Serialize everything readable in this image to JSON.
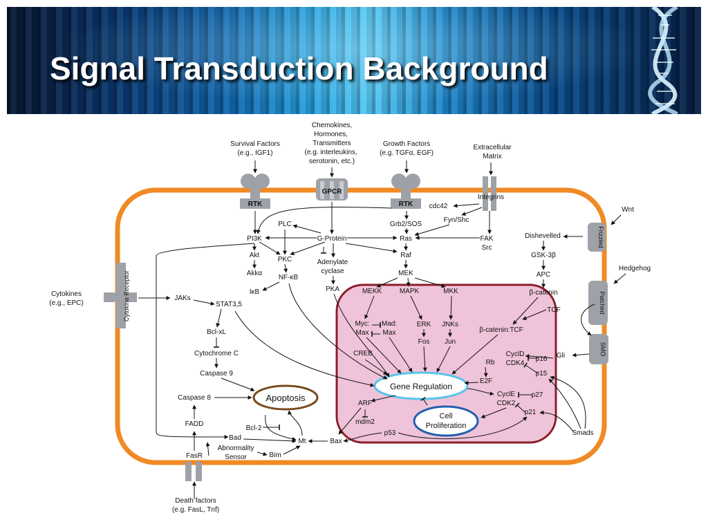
{
  "slide": {
    "title": "Signal Transduction Background"
  },
  "colors": {
    "membrane": "#f08a24",
    "nucleus_fill": "#efc3d9",
    "nucleus_border": "#8b1e2a",
    "gene_reg_border": "#58c4ec",
    "proliferation_border": "#1f5fae",
    "apoptosis_border": "#7a4a1c",
    "receptor": "#9ea2a8"
  },
  "external_inputs": {
    "survival": [
      "Survival Factors",
      "(e.g., IGF1)"
    ],
    "chemokines": [
      "Chemokines,",
      "Hormones,",
      "Transmitters",
      "(e.g. interleukins,",
      "serotonin, etc.)"
    ],
    "growth": [
      "Growth Factors",
      "(e.g. TGFα, EGF)"
    ],
    "ecm": [
      "Extracellular",
      "Matrix"
    ],
    "wnt": "Wnt",
    "hedgehog": "Hedgehog",
    "cytokines": [
      "Cytokines",
      "(e.g., EPC)"
    ],
    "death": [
      "Death factors",
      "(e.g. FasL, Tnf)"
    ]
  },
  "receptors": {
    "rtk_left": "RTK",
    "gpcr": "GPCR",
    "rtk_right": "RTK",
    "integrins": "Integrins",
    "frizzled": "Frizzled",
    "patched": "Patched",
    "smo": "SMO",
    "cytokine_receptor": "Cytokine Receptor"
  },
  "nodes": {
    "cdc42": "cdc42",
    "fyn_shc": "Fyn/Shc",
    "plc": "PLC",
    "pi3k": "PI3K",
    "g_protein": "G-Protein",
    "grb2": "Grb2/SOS",
    "ras": "Ras",
    "fak": "FAK",
    "src": "Src",
    "akt": "Akt",
    "pkc": "PKC",
    "adenylate": [
      "Adenylate",
      "cyclase"
    ],
    "raf": "Raf",
    "akka": "Akkα",
    "nfkb": "NF-κB",
    "mek": "MEK",
    "ikb": "IκB",
    "pka": "PKA",
    "mekk": "MEKK",
    "mapk": "MAPK",
    "mkk": "MKK",
    "dishevelled": "Dishevelled",
    "gsk3b": "GSK-3β",
    "apc": "APC",
    "bcatenin": "β-catenin",
    "tcf": "TCF",
    "jaks": "JAKs",
    "stat": "STAT3,5",
    "bclxl": "Bcl-xL",
    "cytc": "Cytochrome C",
    "casp9": "Caspase 9",
    "casp8": "Caspase 8",
    "fadd": "FADD",
    "bcl2": "Bcl-2",
    "bad": "Bad",
    "mt": "Mt",
    "bim": "Bim",
    "bax": "Bax",
    "abnormality": [
      "Abnormality",
      "Sensor"
    ],
    "fasr": "FasR",
    "smads": "Smads",
    "gli": "Gli"
  },
  "nucleus_nodes": {
    "myc": "Myc:",
    "max": "Max",
    "mad": "Mad:",
    "max2": "Max",
    "erk": "ERK",
    "fos": "Fos",
    "jnks": "JNKs",
    "jun": "Jun",
    "bcat_tcf": "β-catenin:TCF",
    "creb": "CREB",
    "cycld": "CyclD",
    "rb": "Rb",
    "cdk4": "CDK4",
    "p16": "p16",
    "p15": "p15",
    "e2f": "E2F",
    "gene_regulation": "Gene Regulation",
    "arf": "ARF",
    "mdm2": "mdm2",
    "cycle": "CyclE",
    "cdk2": "CDK2",
    "p27": "p27",
    "p21": "p21",
    "p53": "p53",
    "cell_proliferation": [
      "Cell",
      "Proliferation"
    ]
  },
  "outcomes": {
    "apoptosis": "Apoptosis"
  }
}
